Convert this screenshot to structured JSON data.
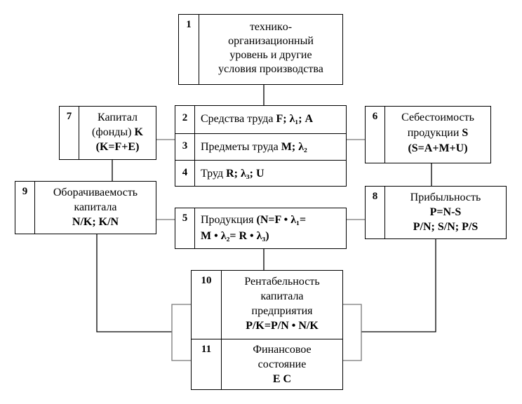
{
  "diagram": {
    "boxes": [
      {
        "id": "1",
        "number": "1",
        "lines": [
          "техникo-",
          "организационный",
          "уровень и другие",
          "условия производства"
        ]
      },
      {
        "id": "2",
        "number": "2",
        "text": "Средства труда ",
        "formula": "F; λ₁; A"
      },
      {
        "id": "3",
        "number": "3",
        "text": "Предметы труда ",
        "formula": "M; λ₂"
      },
      {
        "id": "4",
        "number": "4",
        "text": "Труд ",
        "formula": "R; λ₃; U"
      },
      {
        "id": "5",
        "number": "5",
        "text": "Продукция ",
        "formula_line1": "(N=F • λ₁=",
        "formula_line2": "M • λ₂= R • λ₃)"
      },
      {
        "id": "6",
        "number": "6",
        "line1": "Себестоимость",
        "line2_text": "продукции ",
        "line2_bold": "S",
        "line3_bold": "(S=A+M+U)"
      },
      {
        "id": "7",
        "number": "7",
        "line1": "Капитал",
        "line2_text": "(фонды) ",
        "line2_bold": "K",
        "line3_bold": "(K=F+E)"
      },
      {
        "id": "8",
        "number": "8",
        "line1": "Прибыльность",
        "line2_bold": "P=N-S",
        "line3_bold": "P/N; S/N; P/S"
      },
      {
        "id": "9",
        "number": "9",
        "line1": "Оборачиваемость",
        "line2": "капитала",
        "line3_bold": "N/K; K/N"
      },
      {
        "id": "10",
        "number": "10",
        "line1": "Рентабельность",
        "line2": "капитала",
        "line3": "предприятия",
        "line4_bold": "P/K=P/N • N/K"
      },
      {
        "id": "11",
        "number": "11",
        "line1": "Финансовое",
        "line2": "состояние",
        "line3_bold": "E C"
      }
    ],
    "connections": [
      [
        "1",
        "2"
      ],
      [
        "7",
        "3"
      ],
      [
        "3",
        "6"
      ],
      [
        "7",
        "9"
      ],
      [
        "6",
        "8"
      ],
      [
        "9",
        "5"
      ],
      [
        "5",
        "8"
      ],
      [
        "5",
        "10"
      ],
      [
        "9",
        "10-11"
      ],
      [
        "8",
        "10-11"
      ]
    ]
  }
}
